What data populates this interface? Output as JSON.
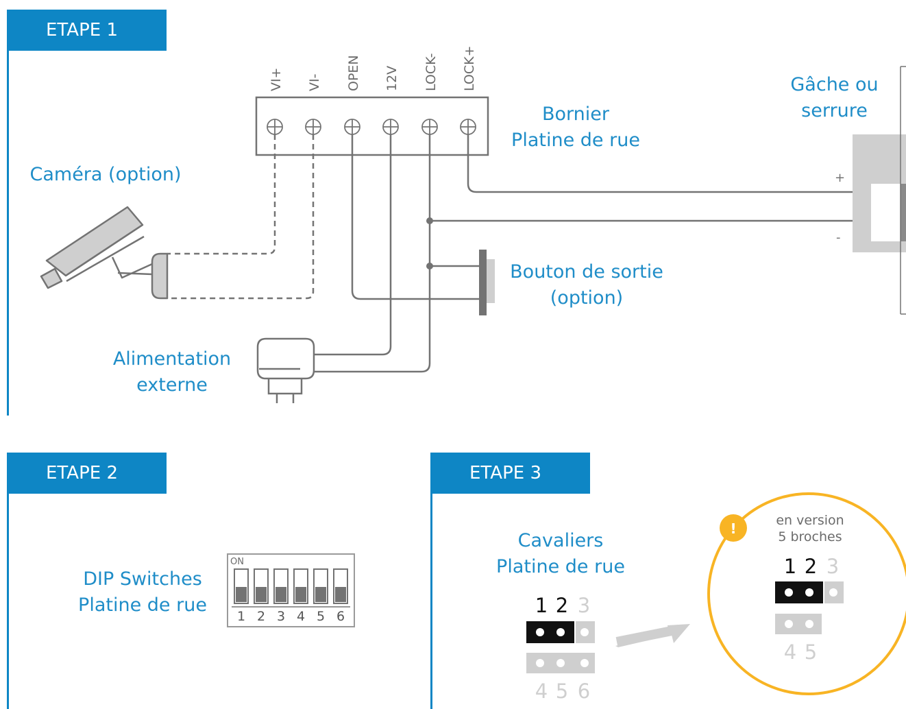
{
  "steps": {
    "step1": "ETAPE 1",
    "step2": "ETAPE 2",
    "step3": "ETAPE 3"
  },
  "terminal_block": {
    "pins": [
      "VI+",
      "VI-",
      "OPEN",
      "12V",
      "LOCK-",
      "LOCK+"
    ],
    "label_line1": "Bornier",
    "label_line2": "Platine de rue"
  },
  "lock": {
    "label_line1": "Gâche ou",
    "label_line2": "serrure",
    "plus": "+",
    "minus": "-"
  },
  "camera": {
    "label": "Caméra (option)"
  },
  "exit_button": {
    "label_line1": "Bouton de sortie",
    "label_line2": "(option)"
  },
  "power": {
    "label_line1": "Alimentation",
    "label_line2": "externe"
  },
  "dip": {
    "label_line1": "DIP Switches",
    "label_line2": "Platine de rue",
    "on_text": "ON",
    "numbers": [
      "1",
      "2",
      "3",
      "4",
      "5",
      "6"
    ]
  },
  "jumpers": {
    "label_line1": "Cavaliers",
    "label_line2": "Platine de rue",
    "top_numbers": [
      "1",
      "2",
      "3"
    ],
    "bottom_numbers": [
      "4",
      "5",
      "6"
    ]
  },
  "version5": {
    "warning": "!",
    "line1": "en version",
    "line2": "5 broches",
    "top_numbers": [
      "1",
      "2",
      "3"
    ],
    "bottom_numbers": [
      "4",
      "5"
    ]
  },
  "colors": {
    "accent": "#0e86c5",
    "label": "#1f8dc8",
    "warning": "#f8b424",
    "line": "#737373",
    "light_gray": "#cfcfcf"
  }
}
